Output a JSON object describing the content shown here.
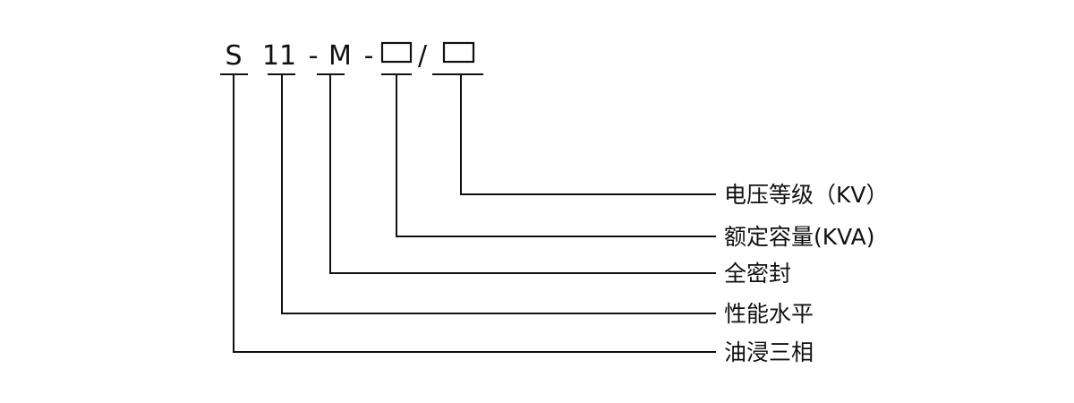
{
  "model_code": {
    "series": "S",
    "performance": "11",
    "dash_1": "-",
    "sealing": "M",
    "dash_2": "-",
    "separator": "/"
  },
  "labels": {
    "voltage_level": "电压等级（KV）",
    "rated_capacity": "额定容量(KVA)",
    "full_seal": "全密封",
    "performance_level": "性能水平",
    "oil_three_phase": "油浸三相"
  }
}
